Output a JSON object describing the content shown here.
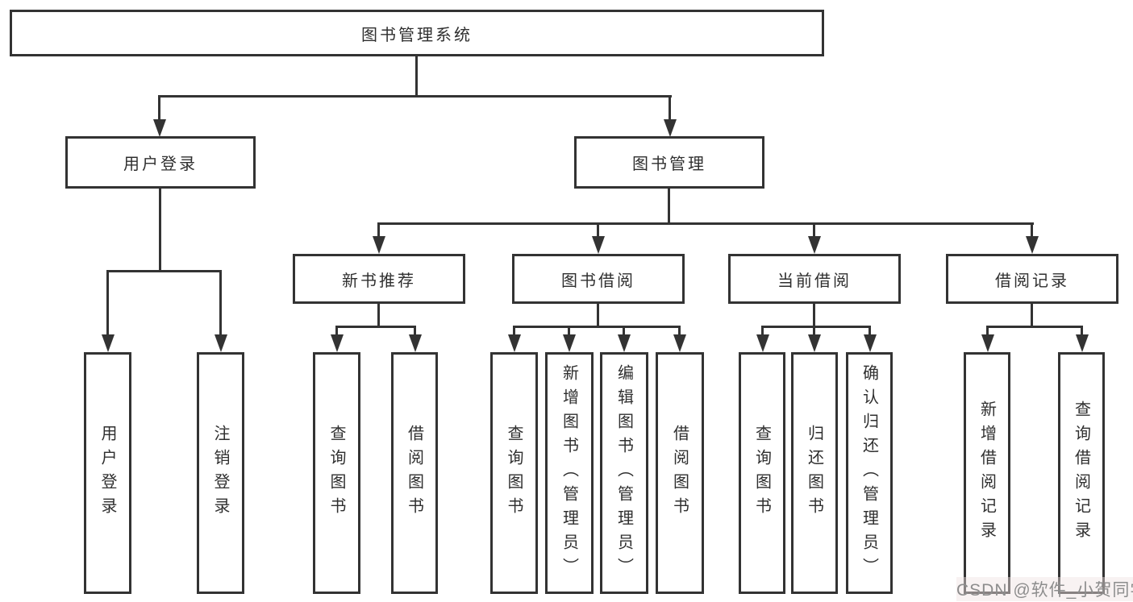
{
  "tree": {
    "label": "图书管理系统",
    "children": [
      {
        "label": "用户登录",
        "children": [
          {
            "label": "用户登录"
          },
          {
            "label": "注销登录"
          }
        ]
      },
      {
        "label": "图书管理",
        "children": [
          {
            "label": "新书推荐",
            "children": [
              {
                "label": "查询图书"
              },
              {
                "label": "借阅图书"
              }
            ]
          },
          {
            "label": "图书借阅",
            "children": [
              {
                "label": "查询图书"
              },
              {
                "label": "新增图书（管理员）"
              },
              {
                "label": "编辑图书（管理员）"
              },
              {
                "label": "借阅图书"
              }
            ]
          },
          {
            "label": "当前借阅",
            "children": [
              {
                "label": "查询图书"
              },
              {
                "label": "归还图书"
              },
              {
                "label": "确认归还（管理员）"
              }
            ]
          },
          {
            "label": "借阅记录",
            "children": [
              {
                "label": "新增借阅记录"
              },
              {
                "label": "查询借阅记录"
              }
            ]
          }
        ]
      }
    ]
  },
  "watermark": {
    "text": "CSDN @软件_小贺同学"
  },
  "colors": {
    "line": "#333333",
    "text": "#2f2f2f",
    "background": "#ffffff",
    "watermark_text": "#8d8d8d"
  }
}
